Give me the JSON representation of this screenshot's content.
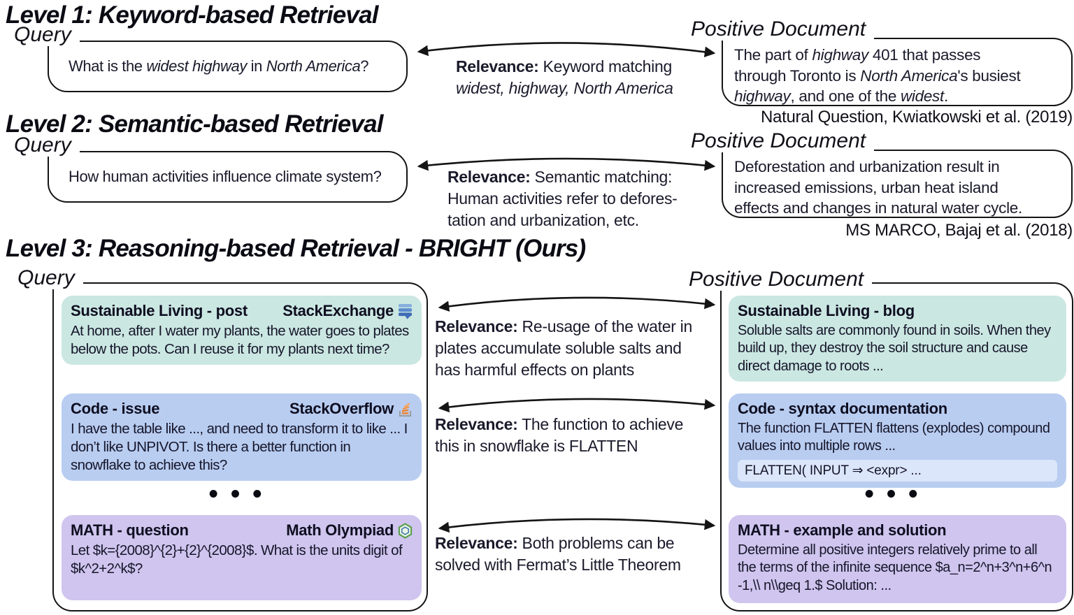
{
  "colors": {
    "teal_card": "#cbe7e2",
    "blue_card": "#b9cdf1",
    "purple_card": "#cfc5ee",
    "code_bg": "#dce6fa",
    "line": "#141414",
    "stackexchange_blue": "#3e6cb5",
    "stackoverflow_orange": "#f48024",
    "math_olympiad_green": "#5a9e4b"
  },
  "l1": {
    "title": "Level 1: Keyword-based Retrieval",
    "query_label": "Query",
    "doc_label": "Positive Document",
    "query": [
      {
        "t": "What is the "
      },
      {
        "t": "widest highway",
        "i": true
      },
      {
        "t": " in "
      },
      {
        "t": "North America",
        "i": true
      },
      {
        "t": "?"
      }
    ],
    "relevance": [
      {
        "t": "Relevance:",
        "b": true
      },
      {
        "t": " Keyword matching"
      },
      {
        "nl": true
      },
      {
        "t": "widest, highway, North America",
        "i": true
      }
    ],
    "doc": [
      {
        "t": "The part of "
      },
      {
        "t": "highway",
        "i": true
      },
      {
        "t": " 401 that passes"
      },
      {
        "nl": true
      },
      {
        "t": "through Toronto is "
      },
      {
        "t": "North America",
        "i": true
      },
      {
        "t": "'s busiest"
      },
      {
        "nl": true
      },
      {
        "t": "highway",
        "i": true
      },
      {
        "t": ", and one of the "
      },
      {
        "t": "widest",
        "i": true
      },
      {
        "t": "."
      }
    ],
    "citation": "Natural Question, Kwiatkowski et al. (2019)"
  },
  "l2": {
    "title": "Level 2: Semantic-based Retrieval",
    "query_label": "Query",
    "doc_label": "Positive Document",
    "query": [
      {
        "t": "How human activities influence climate system?"
      }
    ],
    "relevance": [
      {
        "t": "Relevance:",
        "b": true
      },
      {
        "t": " Semantic matching:"
      },
      {
        "nl": true
      },
      {
        "t": "Human activities refer to defores-"
      },
      {
        "nl": true
      },
      {
        "t": "tation and urbanization, etc."
      }
    ],
    "doc": [
      {
        "t": "Deforestation and urbanization result in"
      },
      {
        "nl": true
      },
      {
        "t": "increased emissions, urban heat island"
      },
      {
        "nl": true
      },
      {
        "t": "effects and changes in natural water cycle."
      }
    ],
    "citation": "MS MARCO, Bajaj et al. (2018)"
  },
  "l3": {
    "title": "Level 3: Reasoning-based Retrieval - BRIGHT (Ours)",
    "query_label": "Query",
    "doc_label": "Positive Document",
    "dots": "•••",
    "queries": [
      {
        "title": "Sustainable Living - post",
        "source": "StackExchange",
        "icon": "stackexchange-icon",
        "body": "At home, after I water my plants, the water goes to plates below the pots. Can I reuse it for my plants next time?"
      },
      {
        "title": "Code - issue",
        "source": "StackOverflow",
        "icon": "stackoverflow-icon",
        "body": "I have the table like ..., and need to transform it to like ... I don’t like UNPIVOT. Is there a better function in snowflake to achieve this?"
      },
      {
        "title": "MATH - question",
        "source": "Math Olympiad",
        "icon": "math-olympiad-icon",
        "body": "Let $k={2008}^{2}+{2}^{2008}$. What is the units digit of $k^2+2^k$?"
      }
    ],
    "relevances": [
      [
        {
          "t": "Relevance:",
          "b": true
        },
        {
          "t": " Re-usage of the water in"
        },
        {
          "nl": true
        },
        {
          "t": "plates accumulate soluble salts and"
        },
        {
          "nl": true
        },
        {
          "t": "has harmful effects on plants"
        }
      ],
      [
        {
          "t": "Relevance:",
          "b": true
        },
        {
          "t": " The function to achieve"
        },
        {
          "nl": true
        },
        {
          "t": "this in snowflake is FLATTEN"
        }
      ],
      [
        {
          "t": "Relevance:",
          "b": true
        },
        {
          "t": " Both problems can be"
        },
        {
          "nl": true
        },
        {
          "t": "solved with Fermat’s Little Theorem"
        }
      ]
    ],
    "docs": [
      {
        "title": "Sustainable Living - blog",
        "body": "Soluble salts are commonly found in soils. When they build up, they destroy the soil structure and cause direct damage to roots ..."
      },
      {
        "title": "Code - syntax documentation",
        "body": "The function FLATTEN flattens (explodes) compound values into multiple rows ...",
        "code": "FLATTEN( INPUT ⇒ <expr> ..."
      },
      {
        "title": "MATH - example and solution",
        "body": "Determine all positive integers relatively prime to all the terms of the infinite sequence $a_n=2^n+3^n+6^n -1,\\\\ n\\\\geq 1.$ Solution: ..."
      }
    ]
  }
}
